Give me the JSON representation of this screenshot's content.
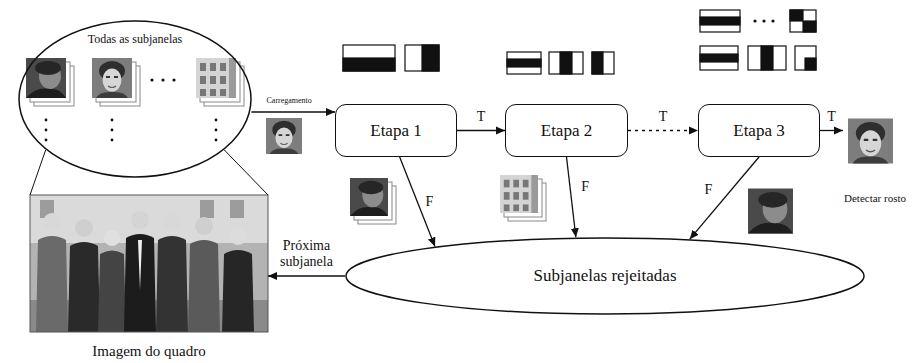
{
  "diagram": {
    "nodes": [
      {
        "text": [
          "Todas as subjanelas"
        ]
      },
      {
        "text": [
          "Etapa 1"
        ]
      },
      {
        "text": [
          "Etapa 2"
        ]
      },
      {
        "text": [
          "Etapa 3"
        ]
      },
      {
        "text": [
          "Detectar rosto"
        ]
      },
      {
        "text": [
          "Subjanelas rejeitadas"
        ]
      },
      {
        "text": [
          "Imagem do quadro"
        ]
      }
    ],
    "edges": [
      {
        "from": 0,
        "to": 1,
        "arrow": "to",
        "label": "Carregamento"
      },
      {
        "from": 1,
        "to": 2,
        "arrow": "to",
        "label": "T"
      },
      {
        "from": 2,
        "to": 3,
        "arrow": "to",
        "label": "T"
      },
      {
        "from": 3,
        "to": 4,
        "arrow": "to",
        "label": "T"
      },
      {
        "from": 1,
        "to": 5,
        "arrow": "to",
        "label": "F"
      },
      {
        "from": 2,
        "to": 5,
        "arrow": "to",
        "label": "F"
      },
      {
        "from": 3,
        "to": 5,
        "arrow": "to",
        "label": "F"
      },
      {
        "from": 5,
        "to": 6,
        "arrow": "to",
        "label": "Próxima subjanela"
      },
      {
        "from": 6,
        "to": 0,
        "arrow": "none"
      },
      {
        "from": 6,
        "to": 0,
        "arrow": "none"
      }
    ]
  }
}
